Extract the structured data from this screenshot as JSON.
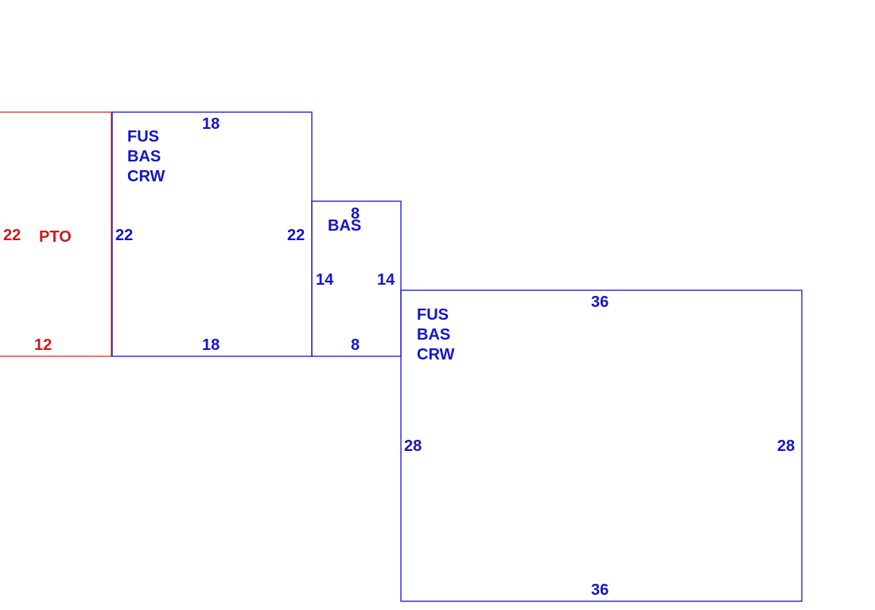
{
  "colors": {
    "living_area": "#1414c8",
    "patio": "#cc1a1a"
  },
  "areas": {
    "pto": {
      "code": "PTO",
      "side_left": "22",
      "side_bottom": "12"
    },
    "upper": {
      "codes": [
        "FUS",
        "BAS",
        "CRW"
      ],
      "side_top": "18",
      "side_bottom": "18",
      "side_left": "22",
      "side_right": "22"
    },
    "connector": {
      "code": "BAS",
      "side_top": "8",
      "side_bottom": "8",
      "side_left": "14",
      "side_right": "14"
    },
    "lower": {
      "codes": [
        "FUS",
        "BAS",
        "CRW"
      ],
      "side_top": "36",
      "side_bottom": "36",
      "side_left": "28",
      "side_right": "28"
    }
  }
}
